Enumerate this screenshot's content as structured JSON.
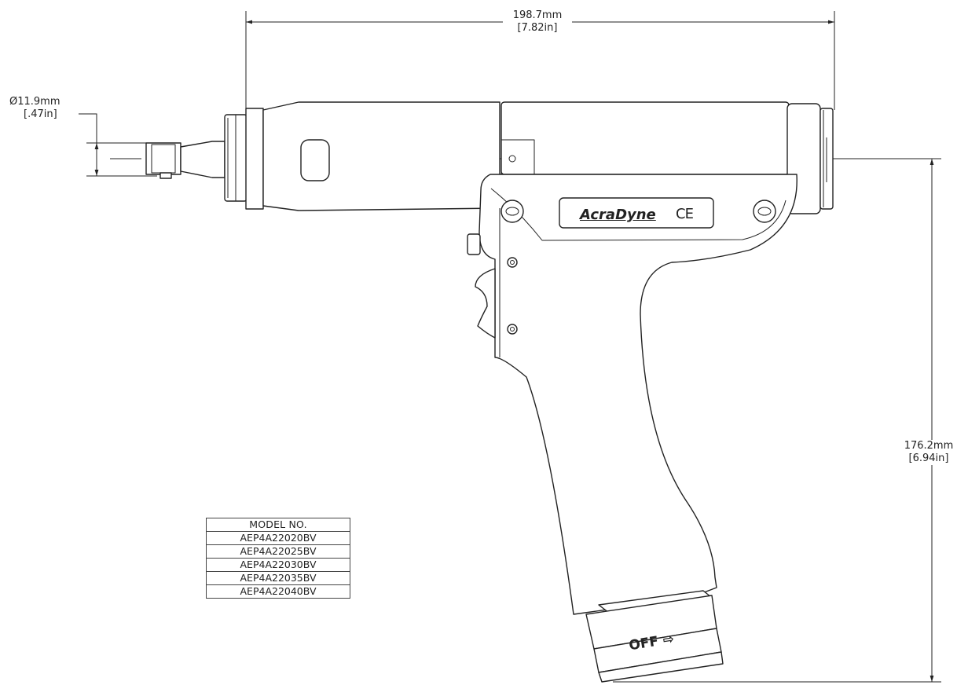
{
  "dimensions": {
    "width_mm": "198.7mm",
    "width_in": "[7.82in]",
    "height_mm": "176.2mm",
    "height_in": "[6.94in]",
    "diameter_mm": "Ø11.9mm",
    "diameter_in": "[.47in]"
  },
  "badge": {
    "brand": "AcraDyne",
    "mark": "CE"
  },
  "switch_label": "OFF ⇨",
  "model_table": {
    "header": "MODEL NO.",
    "rows": [
      "AEP4A22020BV",
      "AEP4A22025BV",
      "AEP4A22030BV",
      "AEP4A22035BV",
      "AEP4A22040BV"
    ]
  }
}
